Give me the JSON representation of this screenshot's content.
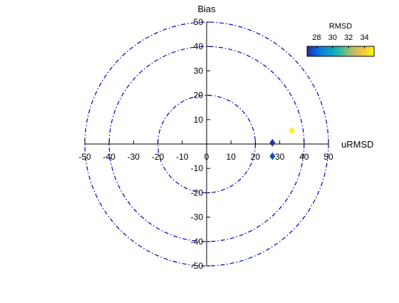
{
  "chart_data": {
    "type": "scatter",
    "title": "",
    "xlabel": "uRMSD",
    "ylabel": "Bias",
    "xlim": [
      -50,
      50
    ],
    "ylim": [
      -50,
      50
    ],
    "x_ticks": [
      -50,
      -40,
      -30,
      -20,
      -10,
      0,
      10,
      20,
      30,
      40,
      50
    ],
    "y_ticks": [
      -50,
      -40,
      -30,
      -20,
      -10,
      0,
      10,
      20,
      30,
      40,
      50
    ],
    "circles": [
      20,
      40,
      50
    ],
    "grid": false,
    "colorbar": {
      "label": "RMSD",
      "ticks": [
        28,
        30,
        32,
        34
      ],
      "range": [
        26.8,
        35.2
      ],
      "colormap": [
        "#352a87",
        "#0363e1",
        "#1485d4",
        "#06a7c6",
        "#38b99e",
        "#92bf73",
        "#d9ba56",
        "#fcce2e",
        "#f9fb0e"
      ],
      "placement": "top-right"
    },
    "points": [
      {
        "x": 27,
        "y": 0.5,
        "rmsd": 27.0
      },
      {
        "x": 27,
        "y": -5,
        "rmsd": 27.5
      },
      {
        "x": 35,
        "y": 5.5,
        "rmsd": 35.0
      }
    ],
    "colors": {
      "axes": "#000000",
      "circles": "#0000cc"
    }
  }
}
